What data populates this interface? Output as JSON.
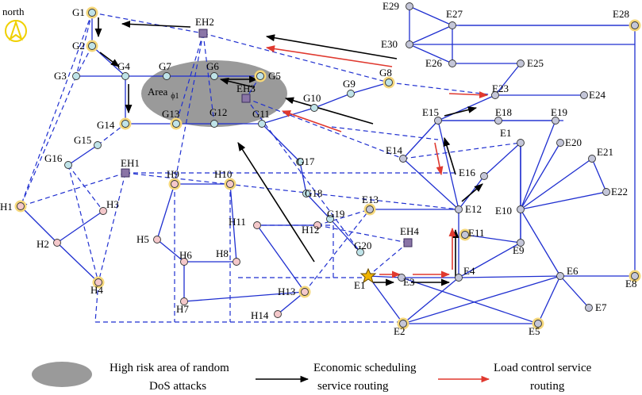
{
  "compass": {
    "label": "north"
  },
  "area_label": "Area",
  "area_subscript": "ϕ1",
  "legend": {
    "risk_area_line1": "High risk area of random",
    "risk_area_line2": "DoS attacks",
    "economic_line1": "Economic scheduling",
    "economic_line2": "service routing",
    "load_line1": "Load control service",
    "load_line2": "routing"
  },
  "colors": {
    "node_fill": "#f4c8ca",
    "g_fill": "#bfe3e8",
    "e_fill": "#c4c6d8",
    "edge_hub_fill": "#8a75a6",
    "edge_hub_stroke": "#3b2d5e",
    "highlight_ring": "#f5d77a",
    "line_blue": "#1f2fd0",
    "economic": "#000000",
    "load": "#e0392f",
    "risk_area": "#9a9a9a",
    "compass": "#f0d000"
  },
  "nodes": [
    {
      "id": "G1",
      "label": "G1",
      "type": "g",
      "ring": true
    },
    {
      "id": "G2",
      "label": "G2",
      "type": "g",
      "ring": true
    },
    {
      "id": "G3",
      "label": "G3",
      "type": "g",
      "ring": false
    },
    {
      "id": "G4",
      "label": "G4",
      "type": "g",
      "ring": false
    },
    {
      "id": "G5",
      "label": "G5",
      "type": "g",
      "ring": true
    },
    {
      "id": "G6",
      "label": "G6",
      "type": "g",
      "ring": false
    },
    {
      "id": "G7",
      "label": "G7",
      "type": "g",
      "ring": false
    },
    {
      "id": "G8",
      "label": "G8",
      "type": "g",
      "ring": true
    },
    {
      "id": "G9",
      "label": "G9",
      "type": "g",
      "ring": false
    },
    {
      "id": "G10",
      "label": "G10",
      "type": "g",
      "ring": false
    },
    {
      "id": "G11",
      "label": "G11",
      "type": "g",
      "ring": false
    },
    {
      "id": "G12",
      "label": "G12",
      "type": "g",
      "ring": false
    },
    {
      "id": "G13",
      "label": "G13",
      "type": "g",
      "ring": true
    },
    {
      "id": "G14",
      "label": "G14",
      "type": "g",
      "ring": true
    },
    {
      "id": "G15",
      "label": "G15",
      "type": "g",
      "ring": false
    },
    {
      "id": "G16",
      "label": "G16",
      "type": "g",
      "ring": false
    },
    {
      "id": "G17",
      "label": "G17",
      "type": "g",
      "ring": false
    },
    {
      "id": "G18",
      "label": "G18",
      "type": "g",
      "ring": false
    },
    {
      "id": "G19",
      "label": "G19",
      "type": "g",
      "ring": false
    },
    {
      "id": "G20",
      "label": "G20",
      "type": "g",
      "ring": false
    },
    {
      "id": "H1",
      "label": "H1",
      "type": "h",
      "ring": true
    },
    {
      "id": "H2",
      "label": "H2",
      "type": "h",
      "ring": false
    },
    {
      "id": "H3",
      "label": "H3",
      "type": "h",
      "ring": false
    },
    {
      "id": "H4",
      "label": "H4",
      "type": "h",
      "ring": true
    },
    {
      "id": "H5",
      "label": "H5",
      "type": "h",
      "ring": false
    },
    {
      "id": "H6",
      "label": "H6",
      "type": "h",
      "ring": false
    },
    {
      "id": "H7",
      "label": "H7",
      "type": "h",
      "ring": false
    },
    {
      "id": "H8",
      "label": "H8",
      "type": "h",
      "ring": false
    },
    {
      "id": "H9",
      "label": "H9",
      "type": "h",
      "ring": true
    },
    {
      "id": "H10",
      "label": "H10",
      "type": "h",
      "ring": true
    },
    {
      "id": "H11",
      "label": "H11",
      "type": "h",
      "ring": false
    },
    {
      "id": "H12",
      "label": "H12",
      "type": "h",
      "ring": false
    },
    {
      "id": "H13",
      "label": "H13",
      "type": "h",
      "ring": true
    },
    {
      "id": "H14",
      "label": "H14",
      "type": "h",
      "ring": false
    },
    {
      "id": "E1",
      "label": "E1",
      "type": "star",
      "ring": false
    },
    {
      "id": "E2",
      "label": "E2",
      "type": "e",
      "ring": true
    },
    {
      "id": "E3",
      "label": "E3",
      "type": "e",
      "ring": false
    },
    {
      "id": "E4",
      "label": "E4",
      "type": "e",
      "ring": false
    },
    {
      "id": "E5",
      "label": "E5",
      "type": "e",
      "ring": true
    },
    {
      "id": "E6",
      "label": "E6",
      "type": "e",
      "ring": false
    },
    {
      "id": "E7",
      "label": "E7",
      "type": "e",
      "ring": false
    },
    {
      "id": "E8",
      "label": "E8",
      "type": "e",
      "ring": true
    },
    {
      "id": "E9",
      "label": "E9",
      "type": "e",
      "ring": false
    },
    {
      "id": "E10",
      "label": "E10",
      "type": "e",
      "ring": false
    },
    {
      "id": "E11",
      "label": "E11",
      "type": "e",
      "ring": true
    },
    {
      "id": "E12",
      "label": "E12",
      "type": "e",
      "ring": false
    },
    {
      "id": "E13",
      "label": "E13",
      "type": "e",
      "ring": true
    },
    {
      "id": "E14",
      "label": "E14",
      "type": "e",
      "ring": false
    },
    {
      "id": "E15",
      "label": "E15",
      "type": "e",
      "ring": false
    },
    {
      "id": "E16",
      "label": "E16",
      "type": "e",
      "ring": false
    },
    {
      "id": "E17",
      "label": "E1",
      "type": "e",
      "ring": false
    },
    {
      "id": "E18",
      "label": "E18",
      "type": "e",
      "ring": false
    },
    {
      "id": "E19",
      "label": "E19",
      "type": "e",
      "ring": false
    },
    {
      "id": "E20",
      "label": "E20",
      "type": "e",
      "ring": false
    },
    {
      "id": "E21",
      "label": "E21",
      "type": "e",
      "ring": false
    },
    {
      "id": "E22",
      "label": "E22",
      "type": "e",
      "ring": false
    },
    {
      "id": "E23",
      "label": "E23",
      "type": "e",
      "ring": false
    },
    {
      "id": "E24",
      "label": "E24",
      "type": "e",
      "ring": false
    },
    {
      "id": "E25",
      "label": "E25",
      "type": "e",
      "ring": false
    },
    {
      "id": "E26",
      "label": "E26",
      "type": "e",
      "ring": false
    },
    {
      "id": "E27",
      "label": "E27",
      "type": "e",
      "ring": false
    },
    {
      "id": "E28",
      "label": "E28",
      "type": "e",
      "ring": true
    },
    {
      "id": "E29",
      "label": "E29",
      "type": "e",
      "ring": false
    },
    {
      "id": "E30",
      "label": "E30",
      "type": "e",
      "ring": false
    },
    {
      "id": "EH1",
      "label": "EH1",
      "type": "hub",
      "ring": false
    },
    {
      "id": "EH2",
      "label": "EH2",
      "type": "hub",
      "ring": false
    },
    {
      "id": "EH3",
      "label": "EH3",
      "type": "hub",
      "ring": false
    },
    {
      "id": "EH4",
      "label": "EH4",
      "type": "hub",
      "ring": false
    }
  ],
  "solid_edges": [
    [
      "G1",
      "G2"
    ],
    [
      "G2",
      "G4"
    ],
    [
      "G3",
      "G4"
    ],
    [
      "G4",
      "G7"
    ],
    [
      "G7",
      "G6"
    ],
    [
      "G6",
      "G5"
    ],
    [
      "G4",
      "G14"
    ],
    [
      "G14",
      "G13"
    ],
    [
      "G13",
      "G12"
    ],
    [
      "G12",
      "G11"
    ],
    [
      "G11",
      "G10"
    ],
    [
      "G10",
      "G9"
    ],
    [
      "G9",
      "G8"
    ],
    [
      "G11",
      "G17"
    ],
    [
      "G17",
      "G18"
    ],
    [
      "G18",
      "G19"
    ],
    [
      "G19",
      "G20"
    ],
    [
      "G15",
      "G16"
    ],
    [
      "H1",
      "H2"
    ],
    [
      "H2",
      "H3"
    ],
    [
      "H2",
      "H4"
    ],
    [
      "H9",
      "H10"
    ],
    [
      "H9",
      "H5"
    ],
    [
      "H5",
      "H6"
    ],
    [
      "H6",
      "H7"
    ],
    [
      "H6",
      "H8"
    ],
    [
      "H10",
      "H8"
    ],
    [
      "H7",
      "H13"
    ],
    [
      "H11",
      "H12"
    ],
    [
      "H11",
      "H13"
    ],
    [
      "H13",
      "H14"
    ],
    [
      "E1",
      "E3"
    ],
    [
      "E1",
      "E2"
    ],
    [
      "E2",
      "E5"
    ],
    [
      "E2",
      "E4"
    ],
    [
      "E3",
      "E4"
    ],
    [
      "E3",
      "E5"
    ],
    [
      "E4",
      "E6"
    ],
    [
      "E6",
      "E8"
    ],
    [
      "E6",
      "E7"
    ],
    [
      "E6",
      "E5"
    ],
    [
      "E2",
      "E6"
    ],
    [
      "E6",
      "E10"
    ],
    [
      "E4",
      "E9"
    ],
    [
      "E9",
      "E10"
    ],
    [
      "E9",
      "E11"
    ],
    [
      "E4",
      "E12"
    ],
    [
      "E12",
      "E13"
    ],
    [
      "E12",
      "E14"
    ],
    [
      "E12",
      "E16"
    ],
    [
      "E16",
      "E17"
    ],
    [
      "E12",
      "E15"
    ],
    [
      "E15",
      "E18"
    ],
    [
      "E18",
      "E19"
    ],
    [
      "E15",
      "E23"
    ],
    [
      "E23",
      "E24"
    ],
    [
      "E23",
      "E25"
    ],
    [
      "E25",
      "E26"
    ],
    [
      "E26",
      "E27"
    ],
    [
      "E27",
      "E29"
    ],
    [
      "E29",
      "E30"
    ],
    [
      "E30",
      "E27"
    ],
    [
      "E27",
      "E28"
    ],
    [
      "E28",
      "E8"
    ],
    [
      "E10",
      "E17"
    ],
    [
      "E10",
      "E19"
    ],
    [
      "E10",
      "E20"
    ],
    [
      "E10",
      "E21"
    ],
    [
      "E21",
      "E22"
    ],
    [
      "E10",
      "E22"
    ],
    [
      "E17",
      "E10"
    ],
    [
      "E30",
      "E26"
    ],
    [
      "E30",
      "E8x"
    ],
    [
      "E14",
      "E15"
    ]
  ],
  "dashed_edges": [
    [
      "G1",
      "G3"
    ],
    [
      "G1",
      "EH2"
    ],
    [
      "G2",
      "G3"
    ],
    [
      "G3",
      "H1"
    ],
    [
      "G15",
      "G14"
    ],
    [
      "G16",
      "H4"
    ],
    [
      "G16",
      "H3"
    ],
    [
      "EH2",
      "G13"
    ],
    [
      "EH2",
      "G8"
    ],
    [
      "EH2",
      "G12"
    ],
    [
      "EH2",
      "H9"
    ],
    [
      "EH3",
      "G20"
    ],
    [
      "EH3",
      "E14"
    ],
    [
      "EH1",
      "H1"
    ],
    [
      "EH1",
      "E12"
    ],
    [
      "EH1",
      "H4"
    ],
    [
      "EH4",
      "E1"
    ],
    [
      "EH4",
      "H12"
    ],
    [
      "H12",
      "E13"
    ],
    [
      "H13",
      "E13"
    ],
    [
      "G5",
      "EH3"
    ],
    [
      "G8",
      "E23"
    ],
    [
      "G1",
      "H1"
    ]
  ],
  "economic_routes": [
    [
      "A1"
    ],
    [
      "A2"
    ],
    [
      "A3"
    ],
    [
      "A4"
    ],
    [
      "A5"
    ],
    [
      "A6"
    ],
    [
      "A7"
    ],
    [
      "A8"
    ],
    [
      "A9"
    ],
    [
      "A10"
    ],
    [
      "A11"
    ],
    [
      "A12"
    ],
    [
      "A13"
    ],
    [
      "A14"
    ],
    [
      "A15"
    ]
  ],
  "load_routes": [
    [
      "L1"
    ],
    [
      "L2"
    ],
    [
      "L3"
    ],
    [
      "L4"
    ],
    [
      "L5"
    ],
    [
      "L6"
    ],
    [
      "L7"
    ]
  ]
}
